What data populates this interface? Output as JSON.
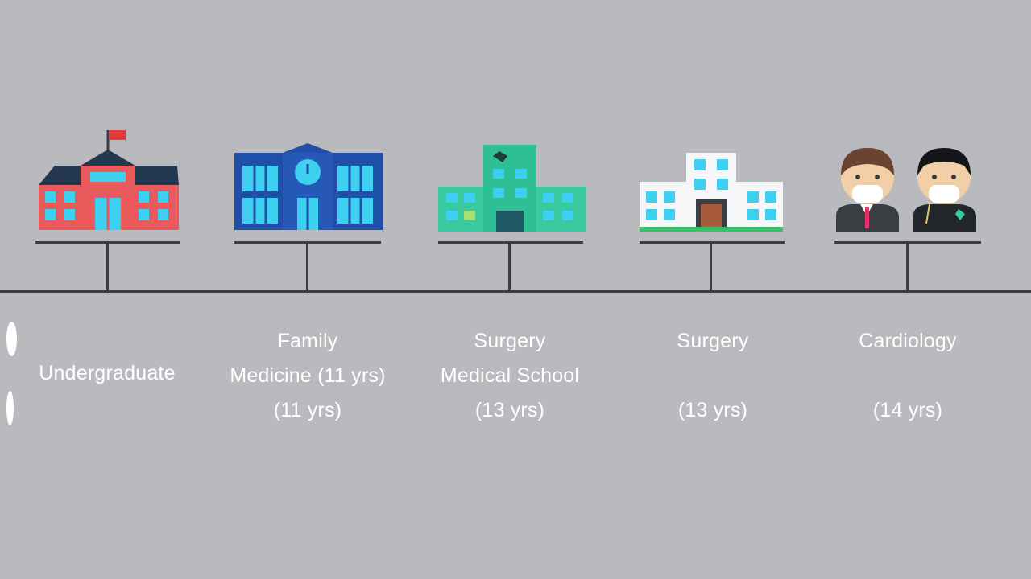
{
  "colors": {
    "background": "#b9babd",
    "line": "#3a3d42",
    "label": "#ffffff",
    "school_red": "#e85a5c",
    "school_blue": "#1f4fa8",
    "school_teal": "#3bc9a0",
    "hospital_white": "#f4f6f8",
    "window_cyan": "#3ed0f0"
  },
  "stages": [
    {
      "icon": "red-school-building-icon",
      "lines": [
        "Undergraduate"
      ]
    },
    {
      "icon": "blue-school-building-icon",
      "lines": [
        "Family",
        "Medicine (11 yrs)",
        "(11 yrs)"
      ]
    },
    {
      "icon": "teal-hospital-building-icon",
      "lines": [
        "Surgery",
        "Medical School",
        "(13 yrs)"
      ]
    },
    {
      "icon": "white-hospital-building-icon",
      "lines": [
        "Surgery",
        "",
        "(13 yrs)"
      ]
    },
    {
      "icon": "doctors-masked-icon",
      "lines": [
        "Cardiology",
        "",
        "(14 yrs)"
      ]
    }
  ]
}
